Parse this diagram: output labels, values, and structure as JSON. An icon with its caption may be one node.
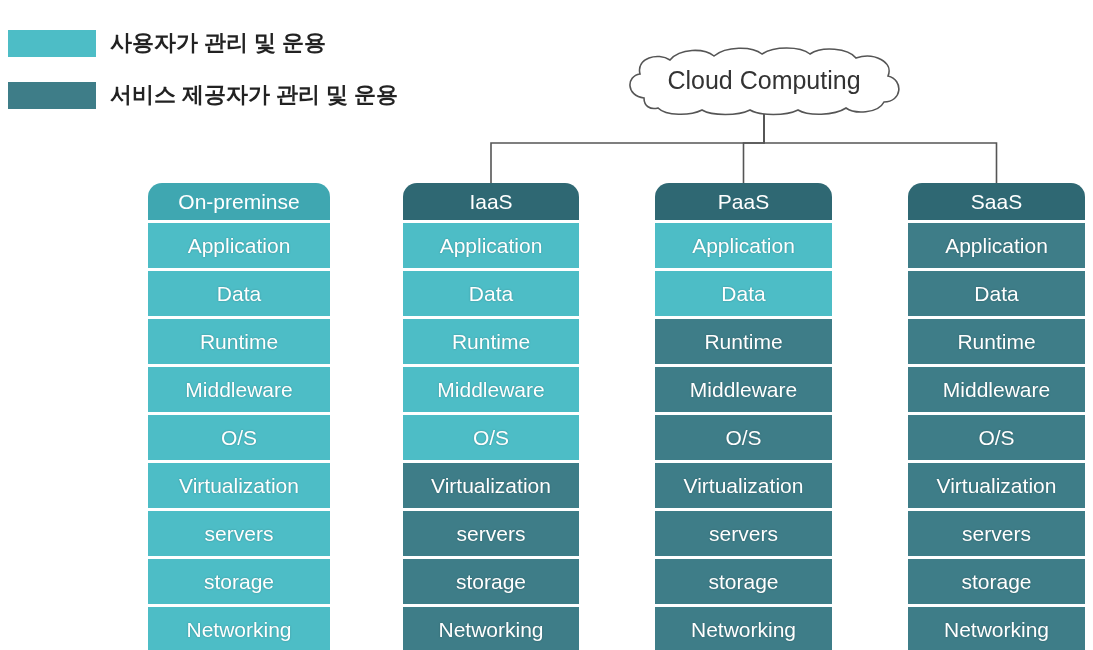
{
  "diagram": {
    "nodes": [
      {
        "text": [
          "Cloud Computing"
        ]
      },
      {
        "text": [
          "On-preminse"
        ]
      },
      {
        "text": [
          "Application"
        ],
        "in": 1
      },
      {
        "text": [
          "Data"
        ],
        "in": 1
      },
      {
        "text": [
          "Runtime"
        ],
        "in": 1
      },
      {
        "text": [
          "Middleware"
        ],
        "in": 1
      },
      {
        "text": [
          "O/S"
        ],
        "in": 1
      },
      {
        "text": [
          "Virtualization"
        ],
        "in": 1
      },
      {
        "text": [
          "servers"
        ],
        "in": 1
      },
      {
        "text": [
          "storage"
        ],
        "in": 1
      },
      {
        "text": [
          "Networking"
        ],
        "in": 1
      },
      {
        "text": [
          "IaaS"
        ]
      },
      {
        "text": [
          "Application"
        ],
        "in": 11
      },
      {
        "text": [
          "Data"
        ],
        "in": 11
      },
      {
        "text": [
          "Runtime"
        ],
        "in": 11
      },
      {
        "text": [
          "Middleware"
        ],
        "in": 11
      },
      {
        "text": [
          "O/S"
        ],
        "in": 11
      },
      {
        "text": [
          "Virtualization"
        ],
        "in": 11
      },
      {
        "text": [
          "servers"
        ],
        "in": 11
      },
      {
        "text": [
          "storage"
        ],
        "in": 11
      },
      {
        "text": [
          "Networking"
        ],
        "in": 11
      },
      {
        "text": [
          "PaaS"
        ]
      },
      {
        "text": [
          "Application"
        ],
        "in": 21
      },
      {
        "text": [
          "Data"
        ],
        "in": 21
      },
      {
        "text": [
          "Runtime"
        ],
        "in": 21
      },
      {
        "text": [
          "Middleware"
        ],
        "in": 21
      },
      {
        "text": [
          "O/S"
        ],
        "in": 21
      },
      {
        "text": [
          "Virtualization"
        ],
        "in": 21
      },
      {
        "text": [
          "servers"
        ],
        "in": 21
      },
      {
        "text": [
          "storage"
        ],
        "in": 21
      },
      {
        "text": [
          "Networking"
        ],
        "in": 21
      },
      {
        "text": [
          "SaaS"
        ]
      },
      {
        "text": [
          "Application"
        ],
        "in": 31
      },
      {
        "text": [
          "Data"
        ],
        "in": 31
      },
      {
        "text": [
          "Runtime"
        ],
        "in": 31
      },
      {
        "text": [
          "Middleware"
        ],
        "in": 31
      },
      {
        "text": [
          "O/S"
        ],
        "in": 31
      },
      {
        "text": [
          "Virtualization"
        ],
        "in": 31
      },
      {
        "text": [
          "servers"
        ],
        "in": 31
      },
      {
        "text": [
          "storage"
        ],
        "in": 31
      },
      {
        "text": [
          "Networking"
        ],
        "in": 31
      }
    ],
    "edges": [
      {
        "from": 0,
        "to": 11,
        "arrow": "none"
      },
      {
        "from": 0,
        "to": 21,
        "arrow": "none"
      },
      {
        "from": 0,
        "to": 31,
        "arrow": "none"
      }
    ],
    "legend": [
      {
        "text": "사용자가 관리 및 운용",
        "color": "#4dbdc6"
      },
      {
        "text": "서비스 제공자가 관리 및 운용",
        "color": "#3e7d88"
      }
    ]
  }
}
